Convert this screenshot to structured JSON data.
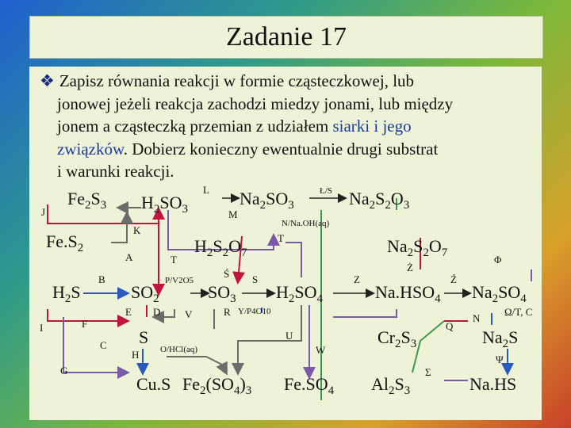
{
  "title": "Zadanie 17",
  "instruction": {
    "bullet": "❖",
    "lines": [
      "Zapisz równania  reakcji w formie cząsteczkowej, lub",
      "jonowej  jeżeli reakcja zachodzi miedzy jonami, lub między",
      "jonem  a cząsteczką przemian z udziałem siarki i jego",
      "związków. Dobierz konieczny ewentualnie drugi substrat",
      "i warunki reakcji."
    ],
    "highlight_parts": [
      "siarki i jego",
      "związków"
    ]
  },
  "compounds": {
    "fe2s3": "Fe2S3",
    "h2so3": "H2SO3",
    "na2so3": "Na2SO3",
    "na2s2o3": "Na2S2O3",
    "fes2": "Fe.S2",
    "h2s2o7": "H2S2O7",
    "na2s2o7": "Na2S2O7",
    "h2s": "H2S",
    "so2": "SO2",
    "so3": "SO3",
    "h2so4": "H2SO4",
    "nahso4": "Na.HSO4",
    "na2so4": "Na2SO4",
    "s": "S",
    "cr2s3": "Cr2S3",
    "na2s": "Na2S",
    "cus": "Cu.S",
    "fe2so43": "Fe2(SO4)3",
    "feso4": "Fe.SO4",
    "al2s3": "Al2S3",
    "nahs": "Na.HS"
  },
  "labels": {
    "J": "J",
    "L": "L",
    "M": "M",
    "L_S": "Ł/S",
    "N_NaOH": "N/Na.OH(aq)",
    "K": "K",
    "T_top": "T",
    "A": "A",
    "T": "T",
    "Z_dot": "Ż",
    "Phi": "Φ",
    "B": "B",
    "P_V2O5": "P/V2O5",
    "S_acute": "Ś",
    "S": "S",
    "Z": "Z",
    "Z_acute": "Ź",
    "I": "I",
    "E": "E",
    "D": "D",
    "V": "V",
    "R": "R",
    "Y_P4O10": "Y/P4O10",
    "N": "N",
    "Omega_T_C": "Ω/T, C",
    "F": "F",
    "Q": "Q",
    "C": "C",
    "U": "U",
    "W": "W",
    "H": "H",
    "O_HCl": "O/HCl(aq)",
    "Psi": "Ψ",
    "G": "G",
    "Sigma": "Σ"
  },
  "colors": {
    "gray": "#6b6b6b",
    "red": "#c0143c",
    "green": "#3a9a4a",
    "purple": "#7a5aa8",
    "blue": "#2a5ac0",
    "teal": "#1a8a7a",
    "highlight_text": "#1a3aa0"
  }
}
